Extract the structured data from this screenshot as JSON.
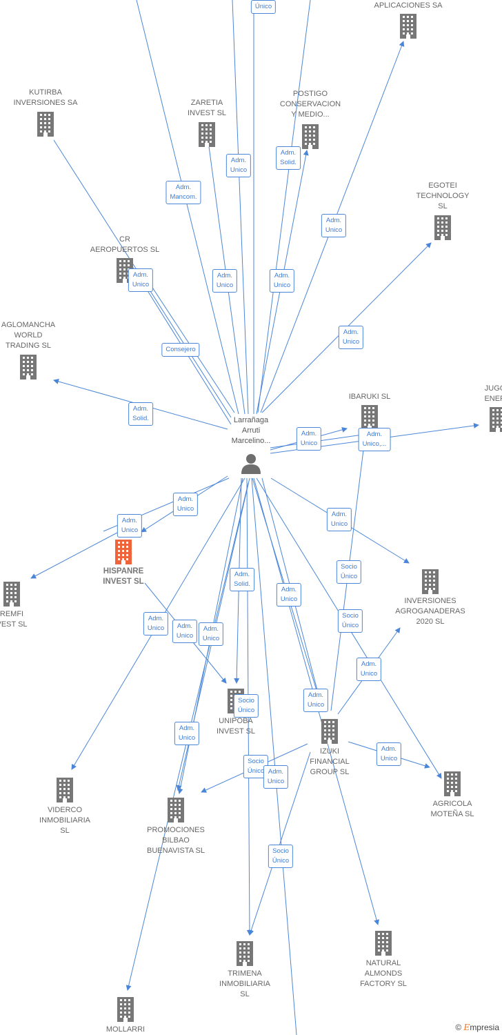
{
  "center": {
    "label": [
      "Larrañaga",
      "Arruti",
      "Marcelino..."
    ]
  },
  "nodes": [
    {
      "id": "aplicaciones",
      "label": [
        "APLICACIONES SA"
      ],
      "highlight": false
    },
    {
      "id": "kutirba",
      "label": [
        "KUTIRBA",
        "INVERSIONES SA"
      ],
      "highlight": false
    },
    {
      "id": "zaretia",
      "label": [
        "ZARETIA",
        "INVEST SL"
      ],
      "highlight": false
    },
    {
      "id": "postigo",
      "label": [
        "POSTIGO",
        "CONSERVACION",
        "Y MEDIO..."
      ],
      "highlight": false
    },
    {
      "id": "egotei",
      "label": [
        "EGOTEI",
        "TECHNOLOGY",
        "SL"
      ],
      "highlight": false
    },
    {
      "id": "cr",
      "label": [
        "CR",
        "AEROPUERTOS SL"
      ],
      "highlight": false
    },
    {
      "id": "aglomancha",
      "label": [
        "AGLOMANCHA",
        "WORLD",
        "TRADING SL"
      ],
      "highlight": false
    },
    {
      "id": "ibaruki",
      "label": [
        "IBARUKI SL"
      ],
      "highlight": false
    },
    {
      "id": "jugon",
      "label": [
        "JUGON",
        "ENERG"
      ],
      "highlight": false
    },
    {
      "id": "hispanre",
      "label": [
        "HISPANRE",
        "INVEST SL"
      ],
      "highlight": true
    },
    {
      "id": "remfi",
      "label": [
        "REMFI",
        "VEST SL"
      ],
      "highlight": false
    },
    {
      "id": "agroganaderas",
      "label": [
        "INVERSIONES",
        "AGROGANADERAS",
        "2020 SL"
      ],
      "highlight": false
    },
    {
      "id": "unipoba",
      "label": [
        "UNIPOBA",
        "INVEST SL"
      ],
      "highlight": false
    },
    {
      "id": "izuki",
      "label": [
        "IZUKI",
        "FINANCIAL",
        "GROUP SL"
      ],
      "highlight": false
    },
    {
      "id": "agricola",
      "label": [
        "AGRICOLA",
        "MOTEÑA SL"
      ],
      "highlight": false
    },
    {
      "id": "viderco",
      "label": [
        "VIDERCO",
        "INMOBILIARIA",
        "SL"
      ],
      "highlight": false
    },
    {
      "id": "promociones",
      "label": [
        "PROMOCIONES",
        "BILBAO",
        "BUENAVISTA SL"
      ],
      "highlight": false
    },
    {
      "id": "natural",
      "label": [
        "NATURAL",
        "ALMONDS",
        "FACTORY SL"
      ],
      "highlight": false
    },
    {
      "id": "trimena",
      "label": [
        "TRIMENA",
        "INMOBILIARIA",
        "SL"
      ],
      "highlight": false
    },
    {
      "id": "mollarri",
      "label": [
        "MOLLARRI"
      ],
      "highlight": false
    }
  ],
  "relations": [
    {
      "id": "r0",
      "label": [
        "Único"
      ]
    },
    {
      "id": "r1",
      "label": [
        "Adm.",
        "Unico"
      ]
    },
    {
      "id": "r2",
      "label": [
        "Adm.",
        "Solid."
      ]
    },
    {
      "id": "r3",
      "label": [
        "Adm.",
        "Mancom."
      ]
    },
    {
      "id": "r4",
      "label": [
        "Adm.",
        "Unico"
      ]
    },
    {
      "id": "r5",
      "label": [
        "Adm.",
        "Unico"
      ]
    },
    {
      "id": "r6",
      "label": [
        "Adm.",
        "Unico"
      ]
    },
    {
      "id": "r7",
      "label": [
        "Adm.",
        "Unico"
      ]
    },
    {
      "id": "r8",
      "label": [
        "Adm.",
        "Unico"
      ]
    },
    {
      "id": "r9",
      "label": [
        "Consejero"
      ]
    },
    {
      "id": "r10",
      "label": [
        "Adm.",
        "Unico"
      ]
    },
    {
      "id": "r11",
      "label": [
        "Adm.",
        "Solid."
      ]
    },
    {
      "id": "r12",
      "label": [
        "Adm.",
        "Unico"
      ]
    },
    {
      "id": "r13",
      "label": [
        "Adm.",
        "Unico,..."
      ]
    },
    {
      "id": "r14",
      "label": [
        "Adm.",
        "Unico"
      ]
    },
    {
      "id": "r15",
      "label": [
        "Adm.",
        "Unico"
      ]
    },
    {
      "id": "r16",
      "label": [
        "Adm.",
        "Unico"
      ]
    },
    {
      "id": "r17",
      "label": [
        "Socio",
        "Único"
      ]
    },
    {
      "id": "r18",
      "label": [
        "Adm.",
        "Solid."
      ]
    },
    {
      "id": "r19",
      "label": [
        "Adm.",
        "Unico"
      ]
    },
    {
      "id": "r20",
      "label": [
        "Adm.",
        "Unico"
      ]
    },
    {
      "id": "r21",
      "label": [
        "Adm.",
        "Unico"
      ]
    },
    {
      "id": "r22",
      "label": [
        "Socio",
        "Único"
      ]
    },
    {
      "id": "r23",
      "label": [
        "Adm.",
        "Unico"
      ]
    },
    {
      "id": "r24",
      "label": [
        "Socio",
        "Único"
      ]
    },
    {
      "id": "r25",
      "label": [
        "Adm.",
        "Unico"
      ]
    },
    {
      "id": "r26",
      "label": [
        "Adm.",
        "Unico"
      ]
    },
    {
      "id": "r27",
      "label": [
        "Adm.",
        "Unico"
      ]
    },
    {
      "id": "r28",
      "label": [
        "Socio",
        "Único"
      ]
    },
    {
      "id": "r29",
      "label": [
        "Adm.",
        "Unico"
      ]
    },
    {
      "id": "r30",
      "label": [
        "Socio",
        "Único"
      ]
    },
    {
      "id": "r31",
      "label": [
        "Socio",
        "Único"
      ]
    }
  ],
  "brand": {
    "copyright": "©",
    "name_first": "E",
    "name_rest": "mpresia"
  },
  "colors": {
    "edge": "#4a86d8",
    "building": "#777777",
    "highlight": "#f0643c",
    "person": "#6e6e6e"
  }
}
